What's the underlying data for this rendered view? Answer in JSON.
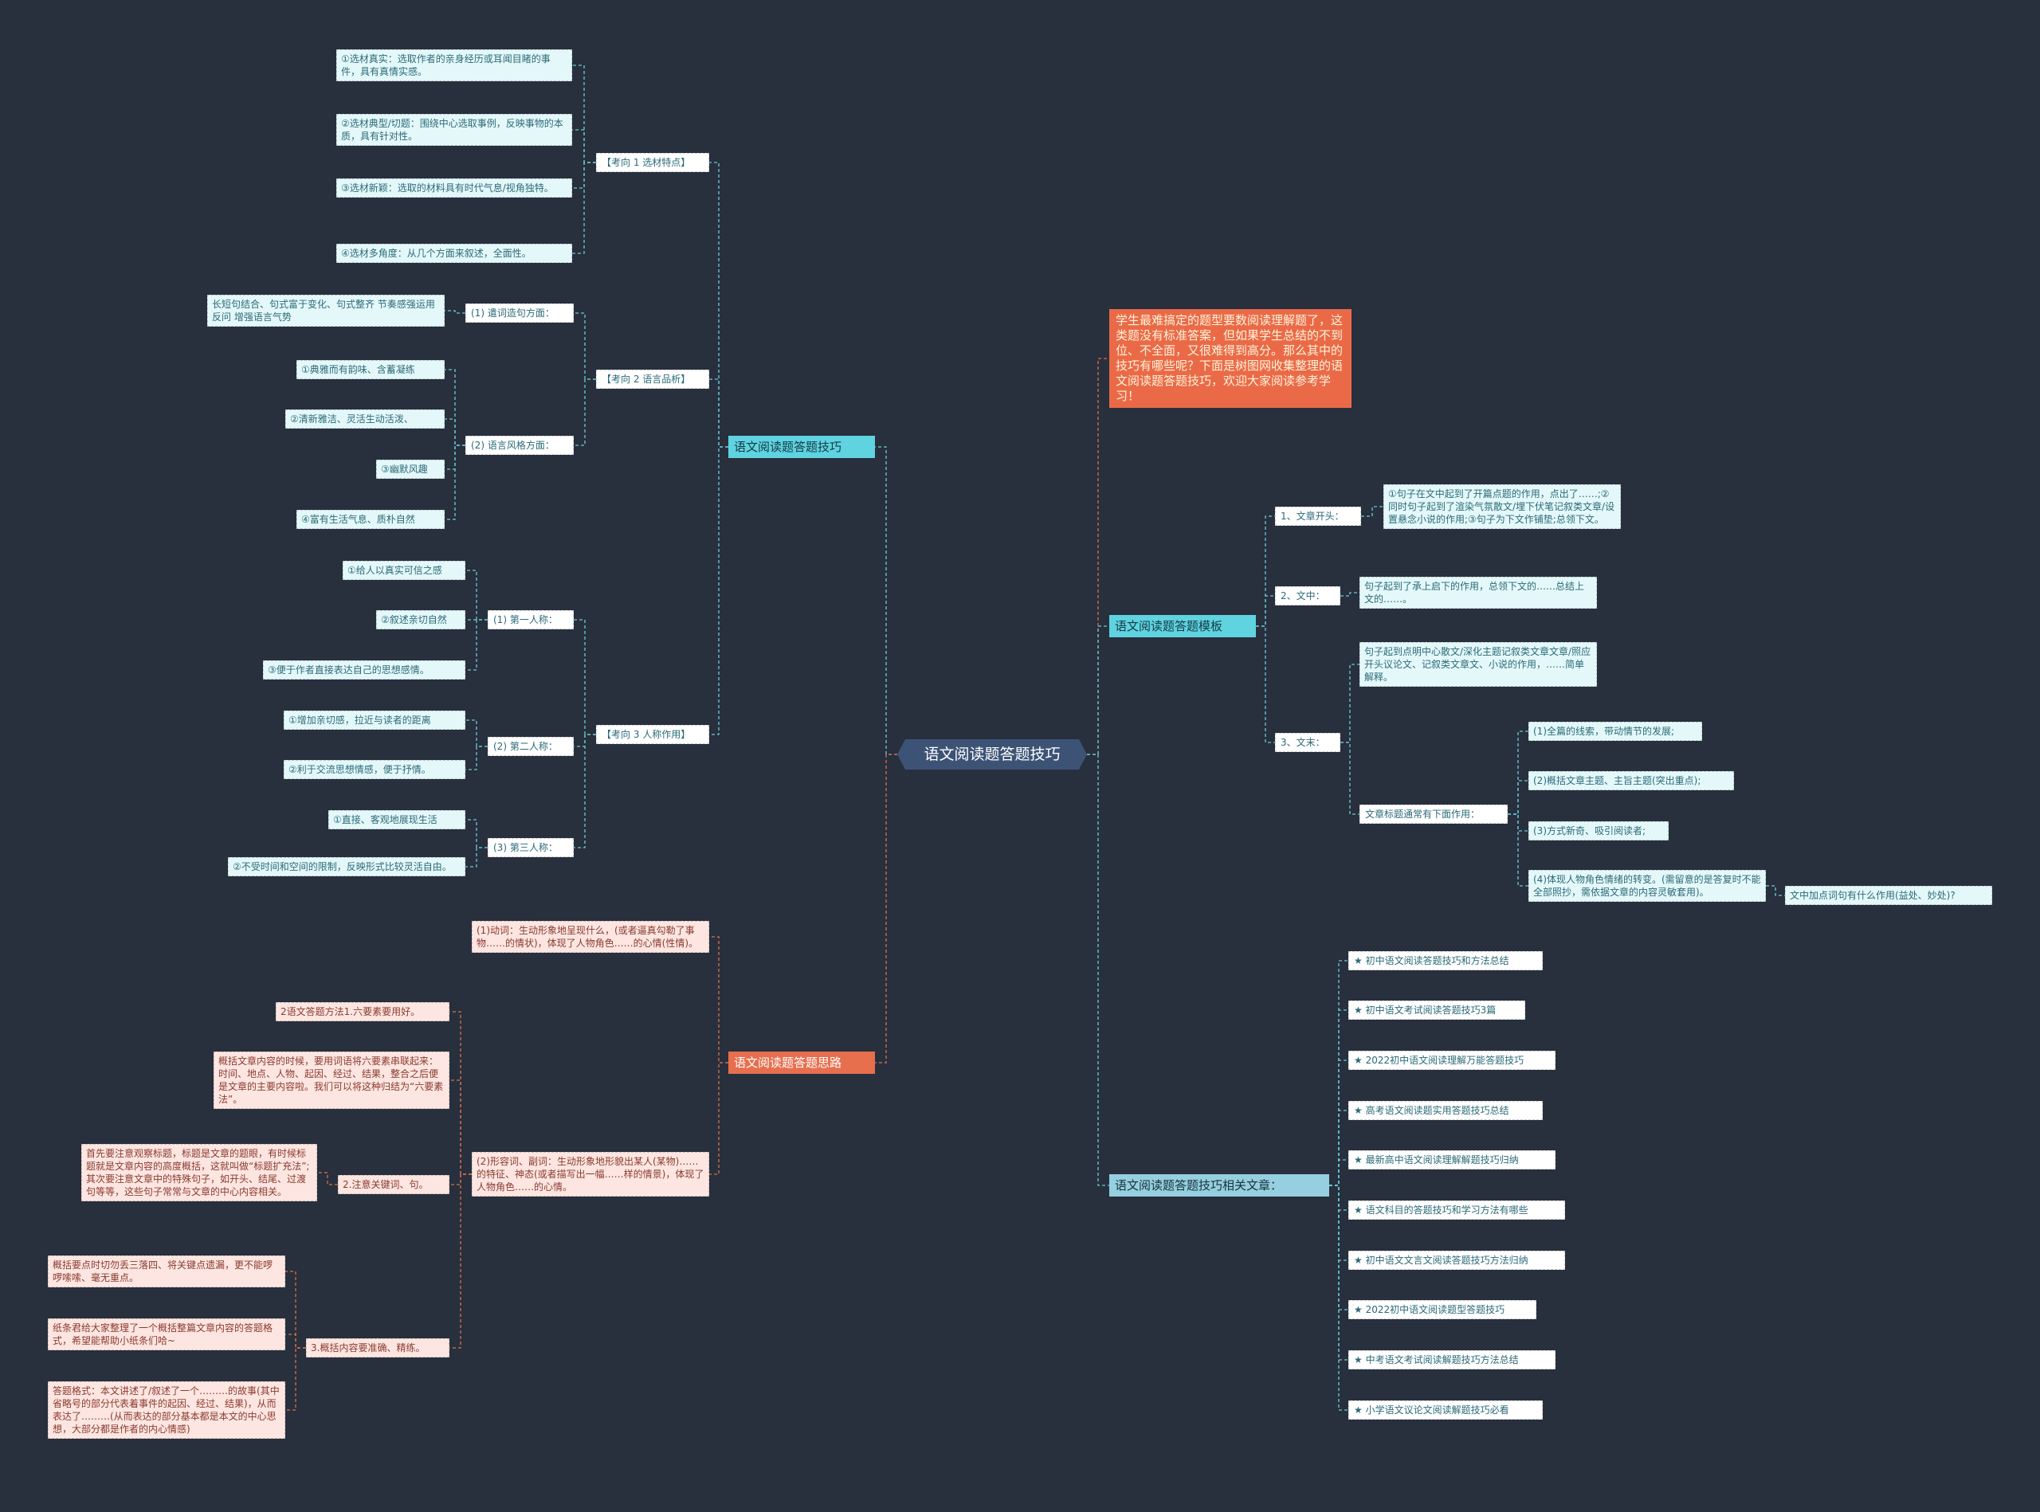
{
  "colors": {
    "background": "#282f3d",
    "root": "#3d5376",
    "branch_skills": "#5fd3e0",
    "branch_ideas": "#e76f4e",
    "branch_template": "#5fd3e0",
    "branch_related": "#96cfdf",
    "link_cyan": "#6ccad6",
    "link_orange": "#d9704f"
  },
  "root": "语文阅读题答题技巧",
  "intro": "学生最难搞定的题型要数阅读理解题了，这类题没有标准答案，但如果学生总结的不到位、不全面，又很难得到高分。那么其中的技巧有哪些呢？下面是树图网收集整理的语文阅读题答题技巧，欢迎大家阅读参考学习！",
  "skills": {
    "title": "语文阅读题答题技巧",
    "k1": {
      "title": "【考向 1 选材特点】",
      "items": [
        "①选材真实：选取作者的亲身经历或耳闻目睹的事件，具有真情实感。",
        "②选材典型/切题：围绕中心选取事例，反映事物的本质，具有针对性。",
        "③选材新颖：选取的材料具有时代气息/视角独特。",
        "④选材多角度：从几个方面来叙述，全面性。"
      ]
    },
    "k2": {
      "title": "【考向 2 语言品析】",
      "s1": {
        "title": "(1) 遣词造句方面：",
        "items": [
          "长短句结合、句式富于变化、句式整齐 节奏感强运用反问 增强语言气势"
        ]
      },
      "s2": {
        "title": "(2) 语言风格方面：",
        "items": [
          "①典雅而有韵味、含蓄凝练",
          "②清新雅洁、灵活生动活泼、",
          "③幽默风趣",
          "④富有生活气息、质朴自然"
        ]
      }
    },
    "k3": {
      "title": "【考向 3 人称作用】",
      "p1": {
        "title": "(1) 第一人称：",
        "items": [
          "①给人以真实可信之感",
          "②叙述亲切自然",
          "③便于作者直接表达自己的思想感情。"
        ]
      },
      "p2": {
        "title": "(2) 第二人称：",
        "items": [
          "①增加亲切感，拉近与读者的距离",
          "②利于交流思想情感，便于抒情。"
        ]
      },
      "p3": {
        "title": "(3) 第三人称：",
        "items": [
          "①直接、客观地展现生活",
          "②不受时间和空间的限制，反映形式比较灵活自由。"
        ]
      }
    }
  },
  "ideas": {
    "title": "语文阅读题答题思路",
    "c1": "(1)动词：生动形象地呈现什么，(或者逼真勾勒了事物……的情状)，体现了人物角色……的心情(性情)。",
    "c2": {
      "text": "(2)形容词、副词：生动形象地形貌出某人(某物)……的特征、神态(或者描写出一幅……样的情景)，体现了人物角色……的心情。",
      "sub": [
        {
          "title": "2语文答题方法1.六要素要用好。",
          "items": []
        },
        {
          "title": "",
          "items": [
            "概括文章内容的时候，要用词语将六要素串联起来：时间、地点、人物、起因、经过、结果，整合之后便是文章的主要内容啦。我们可以将这种归结为“六要素法”。"
          ]
        },
        {
          "title": "2.注意关键词、句。",
          "items": [
            "首先要注意观察标题，标题是文章的题眼，有时候标题就是文章内容的高度概括，这就叫做“标题扩充法”;其次要注意文章中的特殊句子，如开头、结尾、过渡句等等，这些句子常常与文章的中心内容相关。"
          ]
        },
        {
          "title": "3.概括内容要准确、精练。",
          "items": [
            "概括要点时切勿丢三落四、将关键点遗漏，更不能啰啰嗦嗦、毫无重点。",
            "纸条君给大家整理了一个概括整篇文章内容的答题格式，希望能帮助小纸条们哈~",
            "答题格式：本文讲述了/叙述了一个………的故事(其中省略号的部分代表着事件的起因、经过、结果)，从而表达了………(从而表达的部分基本都是本文的中心思想，大部分都是作者的内心情感)"
          ]
        }
      ]
    }
  },
  "template": {
    "title": "语文阅读题答题模板",
    "t1": {
      "title": "1、文章开头：",
      "items": [
        "①句子在文中起到了开篇点题的作用，点出了……;②同时句子起到了渲染气氛散文/埋下伏笔记叙类文章/设置悬念小说的作用;③句子为下文作铺垫;总领下文。"
      ]
    },
    "t2": {
      "title": "2、文中：",
      "items": [
        "句子起到了承上启下的作用，总领下文的……总结上文的……。"
      ]
    },
    "t3": {
      "title": "3、文末：",
      "items": [
        "句子起到点明中心散文/深化主题记叙类文章文章/照应开头议论文、记叙类文章文、小说的作用，……简单解释。"
      ],
      "headline": {
        "title": "文章标题通常有下面作用：",
        "items": [
          "(1)全篇的线索，带动情节的发展;",
          "(2)概括文章主题、主旨主题(突出重点);",
          "(3)方式新奇、吸引阅读者;",
          "(4)体现人物角色情绪的转变。(需留意的是答复时不能全部照抄，需依据文章的内容灵敏套用)。"
        ],
        "extra": "文中加点词句有什么作用(益处、妙处)?"
      }
    }
  },
  "related": {
    "title": "语文阅读题答题技巧相关文章：",
    "items": [
      "★ 初中语文阅读答题技巧和方法总结",
      "★ 初中语文考试阅读答题技巧3篇",
      "★ 2022初中语文阅读理解万能答题技巧",
      "★ 高考语文阅读题实用答题技巧总结",
      "★ 最新高中语文阅读理解解题技巧归纳",
      "★ 语文科目的答题技巧和学习方法有哪些",
      "★ 初中语文文言文阅读答题技巧方法归纳",
      "★ 2022初中语文阅读题型答题技巧",
      "★ 中考语文考试阅读解题技巧方法总结",
      "★ 小学语文议论文阅读解题技巧必看"
    ]
  }
}
